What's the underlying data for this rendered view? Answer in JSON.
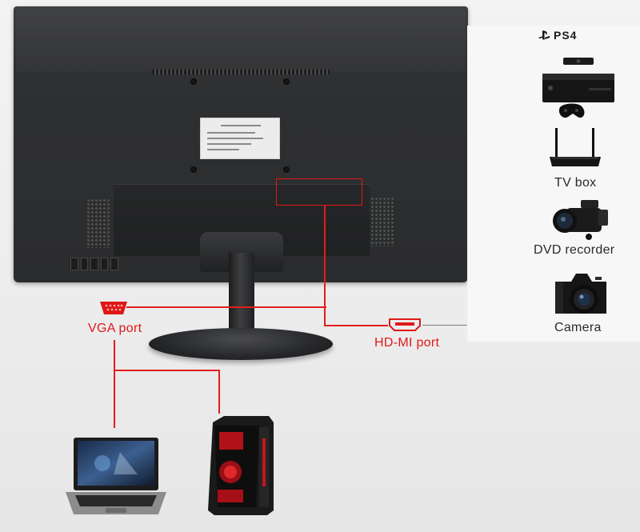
{
  "monitor": {
    "description_labels": {
      "vga_port": "VGA port",
      "hdmi_port": "HD-MI port"
    }
  },
  "devices": {
    "brand_logo_text": "PS4",
    "items": [
      {
        "label": "",
        "icon": "xbox-console-icon"
      },
      {
        "label": "TV box",
        "icon": "tv-box-icon"
      },
      {
        "label": "DVD recorder",
        "icon": "camcorder-icon"
      },
      {
        "label": "Camera",
        "icon": "dslr-camera-icon"
      }
    ]
  },
  "computers": {
    "items": [
      {
        "icon": "laptop-icon"
      },
      {
        "icon": "desktop-tower-icon"
      }
    ]
  },
  "colors": {
    "accent_red": "#e01818",
    "connector_gray": "#7b7b7b",
    "monitor_body": "#2f3032"
  }
}
